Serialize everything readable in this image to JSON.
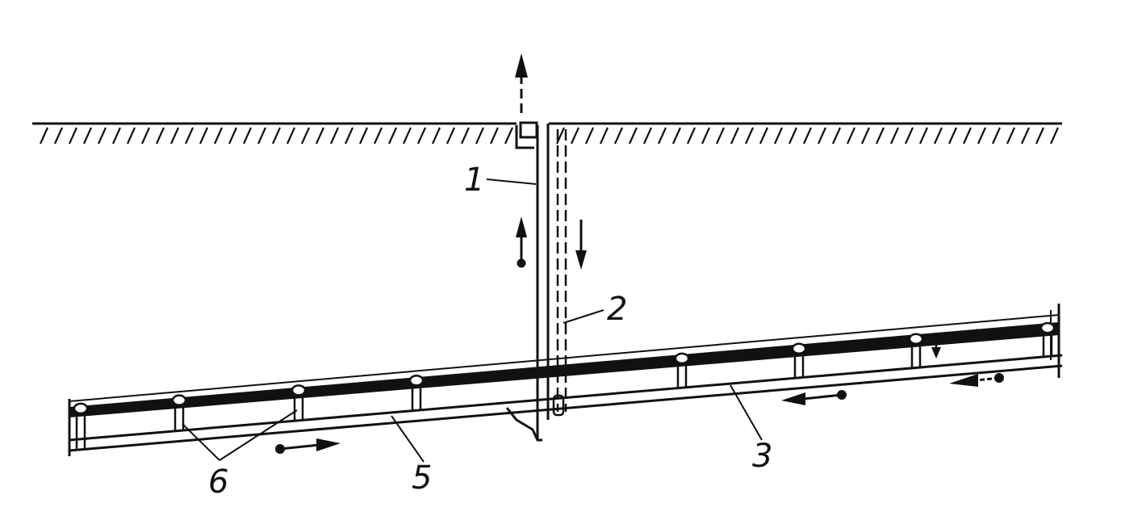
{
  "diagram": {
    "labels": {
      "label_1": "1",
      "label_2": "2",
      "label_3": "3",
      "label_5": "5",
      "label_6": "6"
    },
    "colors": {
      "ink": "#111111",
      "paper": "#ffffff"
    }
  }
}
